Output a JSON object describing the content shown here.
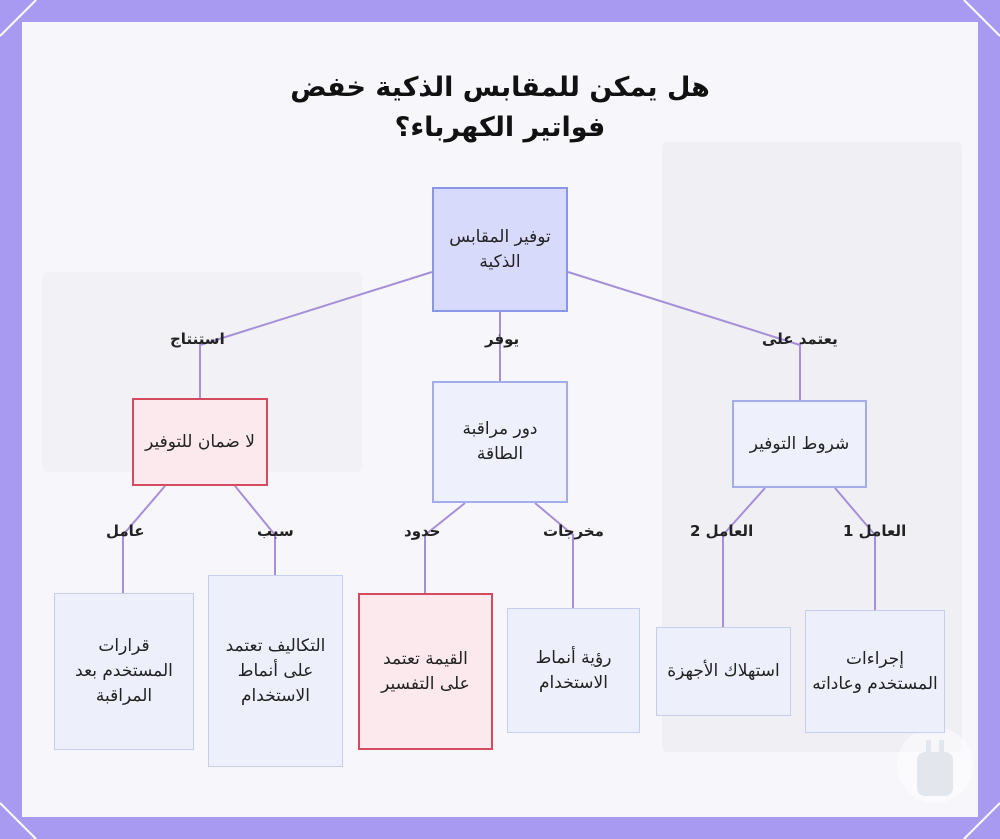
{
  "title": {
    "line1": "هل يمكن للمقابس الذكية خفض",
    "line2": "فواتير الكهرباء؟"
  },
  "nodes": {
    "root": "توفير المقابس الذكية",
    "conditions": "شروط التوفير",
    "monitoring": "دور مراقبة الطاقة",
    "no_guarantee": "لا ضمان للتوفير",
    "user_actions": "إجراءات المستخدم وعاداته",
    "device_consumption": "استهلاك الأجهزة",
    "usage_insight": "رؤية أنماط الاستخدام",
    "value_interpretation": "القيمة تعتمد على التفسير",
    "costs_patterns": "التكاليف تعتمد على أنماط الاستخدام",
    "user_decisions": "قرارات المستخدم بعد المراقبة"
  },
  "edges": {
    "depends_on": "يعتمد على",
    "provides": "يوفر",
    "conclusion": "استنتاج",
    "factor1": "العامل 1",
    "factor2": "العامل 2",
    "outputs": "مخرجات",
    "limits": "حدود",
    "cause": "سبب",
    "factor": "عامل"
  },
  "colors": {
    "frame_border": "#a89af0",
    "line": "#a58fd9",
    "root_fill": "#d8dafc",
    "risk_border": "#d44a5e"
  },
  "icons": {
    "corner": "diagonal-stripe-icon",
    "watermark": "smart-plug-icon"
  }
}
